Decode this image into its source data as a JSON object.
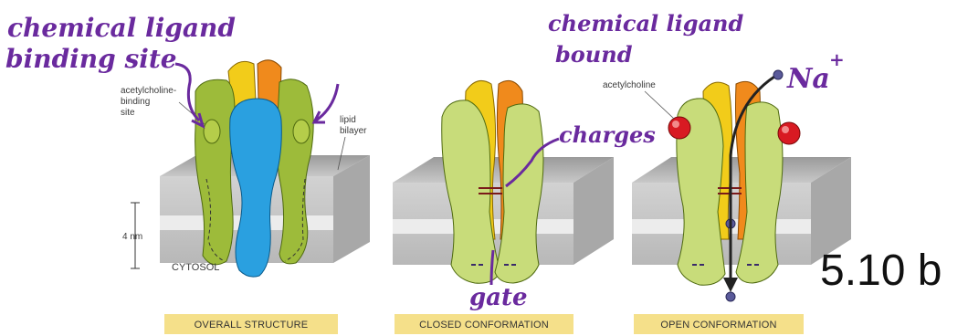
{
  "annotations": {
    "binding_site_line1": "chemical ligand",
    "binding_site_line2": "binding site",
    "bound_line1": "chemical ligand",
    "bound_line2": "bound",
    "sodium": "Na",
    "sodium_charge": "+",
    "charges": "charges",
    "gate": "gate"
  },
  "labels": {
    "ach_site_1": "acetylcholine-",
    "ach_site_2": "binding",
    "ach_site_3": "site",
    "lipid_1": "lipid",
    "lipid_2": "bilayer",
    "thickness": "4 nm",
    "cytosol": "CYTOSOL",
    "acetylcholine": "acetylcholine"
  },
  "captions": {
    "overall": "OVERALL STRUCTURE",
    "closed": "CLOSED CONFORMATION",
    "open": "OPEN CONFORMATION"
  },
  "figure_number": "5.10 b",
  "colors": {
    "annotation_ink": "#6a2a9e",
    "subunit_green": "#9dbb3a",
    "subunit_light_green": "#c8dc7a",
    "subunit_yellow": "#f2cc1a",
    "subunit_orange": "#f08a1c",
    "subunit_blue": "#2aa0e0",
    "ligand_red": "#d81a22",
    "membrane_gray": "#c4c4c4",
    "caption_bg": "#f5e08a"
  }
}
